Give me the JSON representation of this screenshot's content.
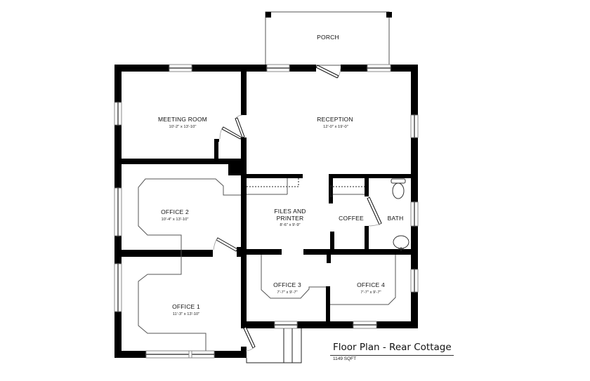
{
  "plan": {
    "title": "Floor Plan - Rear Cottage",
    "area": "1149 SQFT"
  },
  "rooms": {
    "porch": {
      "name": "PORCH"
    },
    "meeting_room": {
      "name": "MEETING ROOM",
      "dims": "10'-2\" x 13'-10\""
    },
    "reception": {
      "name": "RECEPTION",
      "dims": "12'-0\" x 19'-0\""
    },
    "office2": {
      "name": "OFFICE 2",
      "dims": "10'-4\" x 13'-10\""
    },
    "files_printer": {
      "name_line1": "FILES AND",
      "name_line2": "PRINTER",
      "dims": "8'-6\" x 9'-9\""
    },
    "coffee": {
      "name": "COFFEE"
    },
    "bath": {
      "name": "BATH"
    },
    "office3": {
      "name": "OFFICE 3",
      "dims": "7'-7\" x 9'-7\""
    },
    "office4": {
      "name": "OFFICE 4",
      "dims": "7'-7\" x 9'-7\""
    },
    "office1": {
      "name": "OFFICE 1",
      "dims": "11'-3\" x 13'-10\""
    }
  },
  "colors": {
    "wall": "#000000",
    "background": "#ffffff",
    "line": "#555555"
  }
}
